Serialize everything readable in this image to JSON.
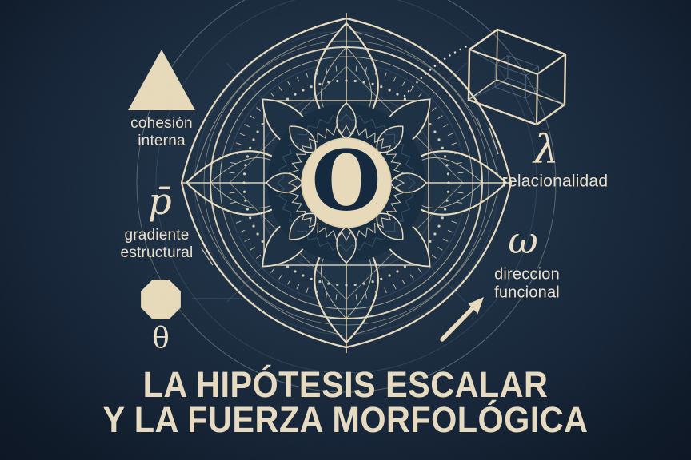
{
  "poster": {
    "title_line1": "LA HIPÓTESIS ESCALAR",
    "title_line2": "Y LA FUERZA MORFOLÓGICA"
  },
  "mandala": {
    "center_symbol": "O"
  },
  "nodes": {
    "cohesion": {
      "icon": "triangle-icon",
      "label": "cohesión\ninterna"
    },
    "gradiente": {
      "symbol": "p̄",
      "label": "gradiente\nestructural"
    },
    "theta": {
      "icon": "octagon-icon",
      "symbol": "θ"
    },
    "relacional": {
      "icon": "cube-icon",
      "symbol": "λ",
      "label": "relacionalidad"
    },
    "direccion": {
      "icon": "arrow-icon",
      "symbol": "ω",
      "label": "direccion\nfuncional"
    }
  },
  "colors": {
    "background_center": "#213549",
    "background_edge": "#081120",
    "line_cream": "#e7dabd",
    "text_cream": "#eadfc9",
    "faint_blue": "#54708a",
    "petal_navy": "#1c3145",
    "center_disc": "#e7d9ba",
    "center_symbol_navy": "#152a3e"
  }
}
